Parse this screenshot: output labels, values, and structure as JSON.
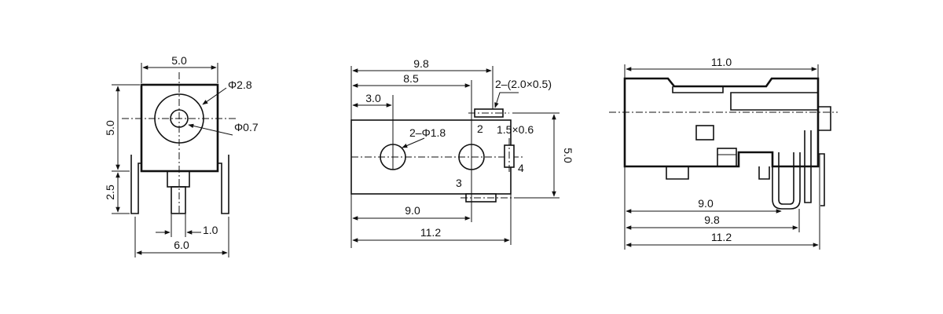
{
  "front_view": {
    "width_top": "5.0",
    "height_body": "5.0",
    "pin_height": "2.5",
    "hole_dia": "Φ2.8",
    "pin_dia": "Φ0.7",
    "pin_width": "1.0",
    "base_width": "6.0"
  },
  "footprint_view": {
    "d_9_8": "9.8",
    "d_8_5": "8.5",
    "d_3_0": "3.0",
    "slot_note": "2–(2.0×0.5)",
    "pin_2": "2",
    "slot_1_5": "1.5×0.6",
    "pin_4": "4",
    "pin_3": "3",
    "holes_note": "2–Φ1.8",
    "height_5_0": "5.0",
    "d_9_0": "9.0",
    "d_11_2": "11.2"
  },
  "side_view": {
    "d_11_0": "11.0",
    "d_9_0": "9.0",
    "d_9_8": "9.8",
    "d_11_2": "11.2"
  }
}
